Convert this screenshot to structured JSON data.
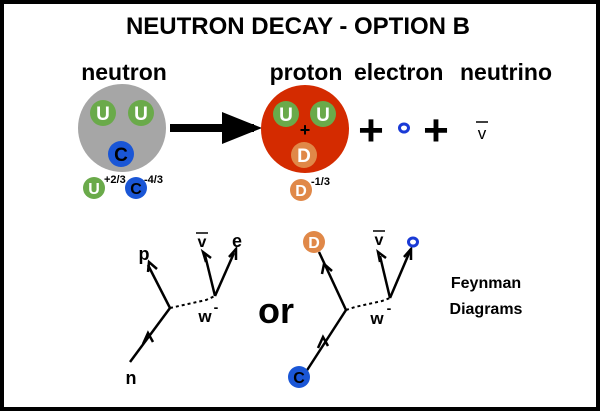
{
  "title": "NEUTRON DECAY - OPTION B",
  "labels": {
    "neutron": "neutron",
    "proton": "proton",
    "electron": "electron",
    "neutrino": "neutrino",
    "proton_charge": "+",
    "or": "or",
    "feynman_line1": "Feynman",
    "feynman_line2": "Diagrams"
  },
  "quarks": {
    "neutron": [
      "U",
      "U",
      "C"
    ],
    "proton": [
      "U",
      "U",
      "D"
    ],
    "legend_left": [
      {
        "letter": "U",
        "charge": "+2/3"
      },
      {
        "letter": "C",
        "charge": "-4/3"
      }
    ],
    "legend_right": {
      "letter": "D",
      "charge": "-1/3"
    }
  },
  "decay_products": {
    "plus": "+",
    "neutrino_symbol": "v"
  },
  "feynman": {
    "left": {
      "p": "p",
      "n": "n",
      "nu": "v",
      "e": "e",
      "w": "w",
      "w_charge": "-"
    },
    "right": {
      "top_quark": "D",
      "bottom_quark": "C",
      "nu": "v",
      "w": "w",
      "w_charge": "-"
    }
  },
  "colors": {
    "border": "#000000",
    "background": "#ffffff",
    "neutron_gray": "#a6a6a6",
    "proton_red": "#d42b00",
    "quark_u_green": "#6aaa4a",
    "quark_c_blue": "#1a56d6",
    "quark_d_orange": "#e08848",
    "electron_blue": "#1a3ad6"
  }
}
